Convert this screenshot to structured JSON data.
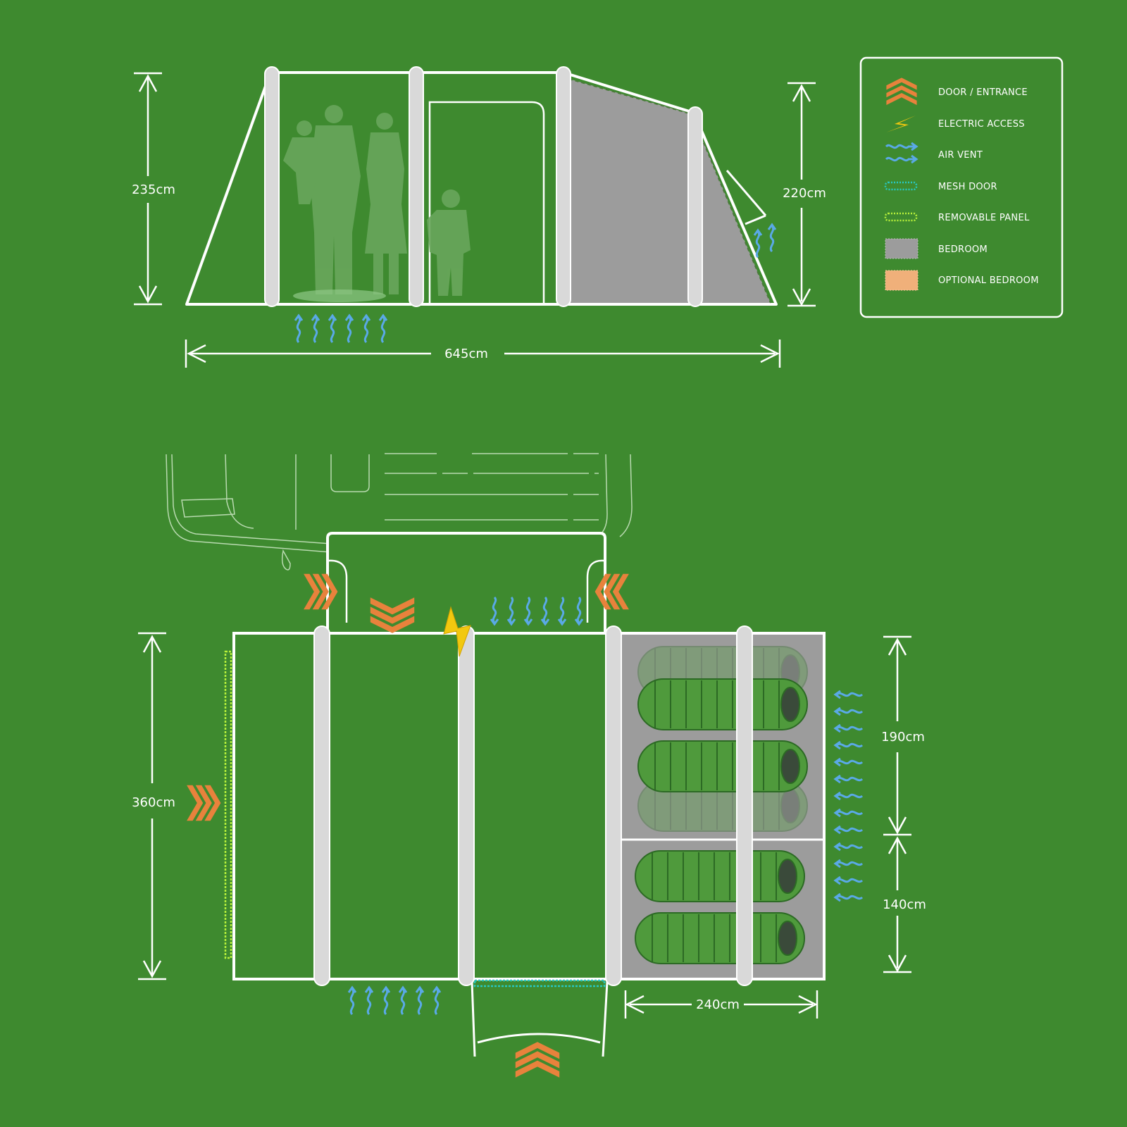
{
  "colors": {
    "background": "#3e8a2f",
    "outline": "#ffffff",
    "pole": "#d9d9d9",
    "bedroom": "#9c9c9c",
    "door": "#e8823c",
    "electric": "#f2c80f",
    "vent": "#5aa9e6",
    "mesh": "#28c7c0",
    "removable": "#b7f03a",
    "optional_bedroom": "#f0b07a",
    "sleeping_bag": "#4f9a3c"
  },
  "side_view": {
    "height_left": "235cm",
    "height_right": "220cm",
    "length": "645cm"
  },
  "plan_view": {
    "width_label": "360cm",
    "bedroom_depth_label": "240cm",
    "bedroom_large_label": "190cm",
    "bedroom_small_label": "140cm"
  },
  "legend": {
    "items": [
      {
        "icon": "door-entrance-icon",
        "label": "DOOR / ENTRANCE"
      },
      {
        "icon": "electric-access-icon",
        "label": "ELECTRIC ACCESS"
      },
      {
        "icon": "air-vent-icon",
        "label": "AIR VENT"
      },
      {
        "icon": "mesh-door-icon",
        "label": "MESH DOOR"
      },
      {
        "icon": "removable-panel-icon",
        "label": "REMOVABLE PANEL"
      },
      {
        "icon": "bedroom-icon",
        "label": "BEDROOM"
      },
      {
        "icon": "optional-bedroom-icon",
        "label": "OPTIONAL BEDROOM"
      }
    ]
  }
}
